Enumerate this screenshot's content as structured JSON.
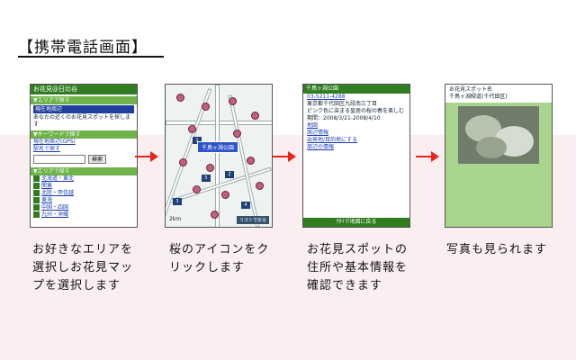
{
  "section_title": "【携帯電話画面】",
  "steps": [
    {
      "caption": "お好きなエリアを選択しお花見マップを選択します"
    },
    {
      "caption": "桜のアイコンをクリックします"
    },
    {
      "caption": "お花見スポットの住所や基本情報を確認できます"
    },
    {
      "caption": "写真も見られます"
    }
  ],
  "phone1": {
    "title": "お花見@日比谷",
    "bar1": "▼エリアで探す",
    "highlight": "現在地周辺",
    "intro": "あなたの近くのお花見スポットを探します",
    "bar2": "▼キーワードで探す",
    "link1": "現在地周辺(GPS)",
    "link2": "駅名で探す",
    "search_button": "検索",
    "bar3": "▼エリアで探す",
    "areas": [
      "北海道・東北",
      "関東",
      "北陸・甲信越",
      "東海",
      "中国・四国",
      "九州・沖縄"
    ]
  },
  "phone2": {
    "popup_label": "千鳥ヶ淵公園",
    "back_label": "リストで戻る",
    "scale": "2km",
    "markers": [
      "1",
      "2",
      "3",
      "4",
      "5"
    ]
  },
  "phone3": {
    "title": "千鳥ヶ淵公園",
    "phone": "03-5211-4288",
    "address": "東京都千代田区九段南三丁目",
    "desc": "ピンク色に染まる皇居の桜の春を楽しむ",
    "period": "期間：2008/3/21-2008/4/10",
    "more": "地図",
    "links": [
      "地図",
      "周辺情報",
      "出発地/目的地にする",
      "周辺の情報"
    ],
    "footer": "ｹﾀｲで地図に戻る"
  },
  "phone4": {
    "label": "お花見スポット名",
    "name": "千鳥ヶ淵緑道(千代田区)"
  },
  "colors": {
    "accent_green": "#2f7d1f",
    "arrow_red": "#e8231c",
    "lower_band": "#fbeef0"
  }
}
